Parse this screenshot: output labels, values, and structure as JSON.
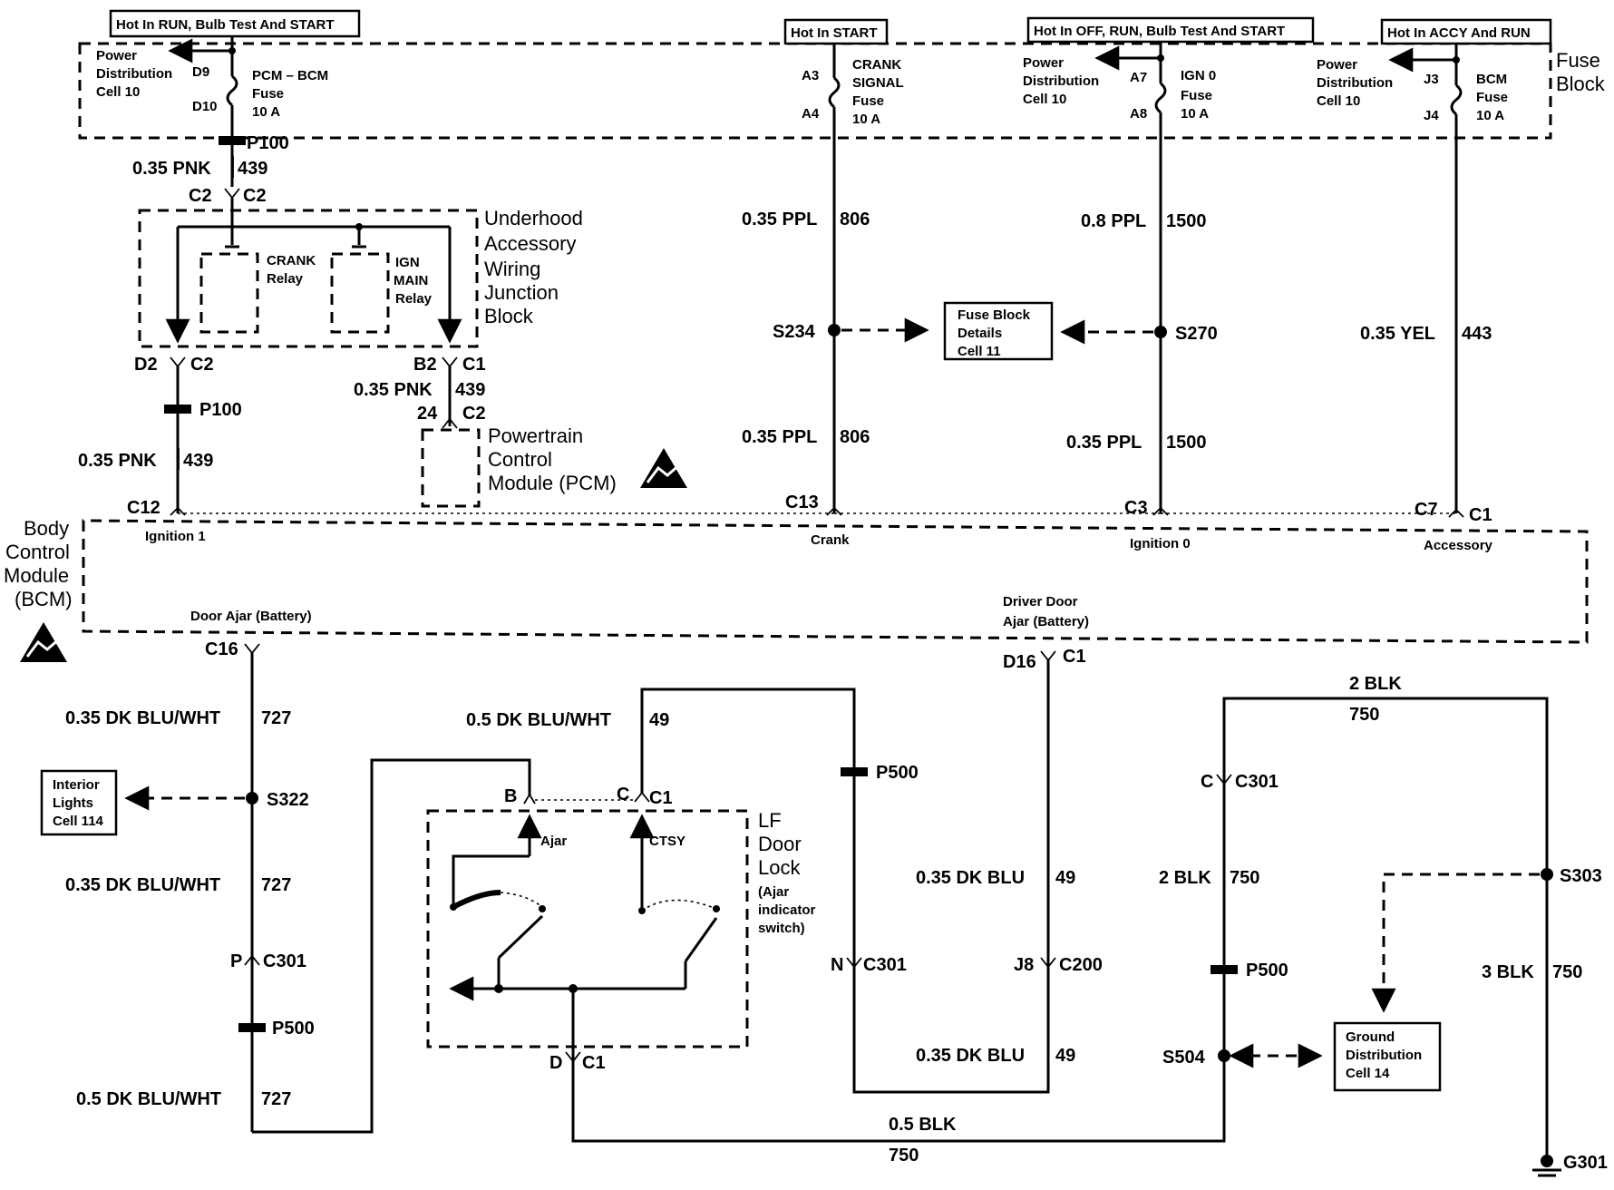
{
  "header_boxes": {
    "run_start": "Hot In RUN, Bulb Test And START",
    "start": "Hot In START",
    "off_run": "Hot In OFF, RUN, Bulb Test And START",
    "accy_run": "Hot In ACCY And RUN"
  },
  "fuse_block": {
    "label": [
      "Fuse",
      "Block"
    ],
    "power_dist": [
      "Power",
      "Distribution",
      "Cell 10"
    ],
    "pcm_bcm": {
      "pins": [
        "D9",
        "D10"
      ],
      "name": [
        "PCM – BCM",
        "Fuse",
        "10 A"
      ]
    },
    "crank": {
      "pins": [
        "A3",
        "A4"
      ],
      "name": [
        "CRANK",
        "SIGNAL",
        "Fuse",
        "10 A"
      ]
    },
    "ign0": {
      "pins": [
        "A7",
        "A8"
      ],
      "name": [
        "IGN 0",
        "Fuse",
        "10 A"
      ]
    },
    "bcm": {
      "pins": [
        "J3",
        "J4"
      ],
      "name": [
        "BCM",
        "Fuse",
        "10 A"
      ]
    }
  },
  "underhood": {
    "label": [
      "Underhood",
      "Accessory",
      "Wiring",
      "Junction",
      "Block"
    ],
    "crank_relay": [
      "CRANK",
      "Relay"
    ],
    "ign_relay": [
      "IGN",
      "MAIN",
      "Relay"
    ]
  },
  "pcm": {
    "label": [
      "Powertrain",
      "Control",
      "Module (PCM)"
    ]
  },
  "bcm_module": {
    "label": [
      "Body",
      "Control",
      "Module",
      "(BCM)"
    ],
    "pins": {
      "ignition1": "Ignition 1",
      "crank": "Crank",
      "ignition0": "Ignition 0",
      "accessory": "Accessory",
      "door_ajar": "Door Ajar (Battery)",
      "driver_door": [
        "Driver Door",
        "Ajar (Battery)"
      ]
    }
  },
  "refs": {
    "fuse_details": [
      "Fuse Block",
      "Details",
      "Cell 11"
    ],
    "interior": [
      "Interior",
      "Lights",
      "Cell 114"
    ],
    "ground": [
      "Ground",
      "Distribution",
      "Cell 14"
    ]
  },
  "door_lock": {
    "label": [
      "LF",
      "Door",
      "Lock"
    ],
    "sub": [
      "(Ajar",
      "indicator",
      "switch)"
    ],
    "ajar": "Ajar",
    "ctsy": "CTSY"
  },
  "connectors": {
    "p100": "P100",
    "c2": "C2",
    "d2": "D2",
    "b2": "B2",
    "c1": "C1",
    "pin24": "24",
    "c12": "C12",
    "c13": "C13",
    "c3": "C3",
    "c7": "C7",
    "c16": "C16",
    "d16": "D16",
    "s234": "S234",
    "s270": "S270",
    "s322": "S322",
    "s303": "S303",
    "s504": "S504",
    "g301": "G301",
    "p500": "P500",
    "c301": "C301",
    "c200": "C200",
    "p": "P",
    "n": "N",
    "j8": "J8",
    "c": "C",
    "b": "B",
    "d": "D"
  },
  "wires": {
    "pnk": "0.35 PNK",
    "n439": "439",
    "ppl": "0.35 PPL",
    "n806": "806",
    "ppl08": "0.8 PPL",
    "n1500": "1500",
    "yel": "0.35 YEL",
    "n443": "443",
    "dkbluwht": "0.35 DK BLU/WHT",
    "n727": "727",
    "dkbluwht05": "0.5 DK BLU/WHT",
    "n49": "49",
    "dkblu": "0.35 DK BLU",
    "blk05": "0.5 BLK",
    "n750": "750",
    "blk2": "2 BLK",
    "blk3": "3 BLK"
  }
}
